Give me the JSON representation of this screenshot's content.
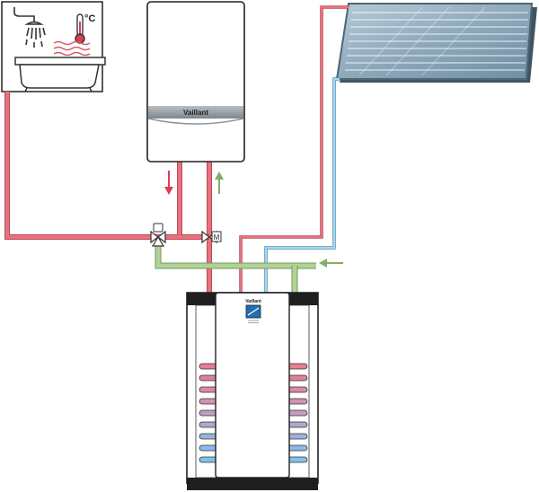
{
  "bath_panel": {
    "temperature_unit": "°C",
    "icons": [
      "shower-icon",
      "thermometer-icon",
      "bathtub-icon",
      "heat-waves-icon"
    ]
  },
  "boiler": {
    "brand": "Vaillant",
    "arrows": [
      "flow-down-arrow-icon",
      "flow-up-arrow-icon"
    ]
  },
  "valves": {
    "mixing_valve_symbol": "",
    "motor_valve_letter": "M"
  },
  "cylinder": {
    "brand": "Vaillant"
  },
  "colors": {
    "hot_pipe": "#e8717d",
    "hot_pipe_edge": "#b94a57",
    "cold_pipe": "#a8d8ec",
    "cold_pipe_edge": "#4b8fb5",
    "green_pipe": "#b3d29b",
    "green_pipe_edge": "#6f9a56",
    "panel_glass": "#8aa6b8",
    "panel_frame": "#4f6673",
    "boiler_band": "#9aa1a6",
    "cylinder_top": "#1f1f1f"
  }
}
